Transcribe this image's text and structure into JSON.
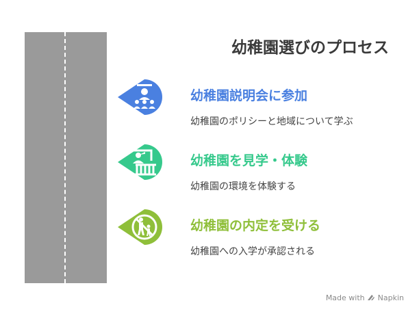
{
  "title": "幼稚園選びのプロセス",
  "colors": {
    "road": "#9a9a9a",
    "step1": "#4a80e0",
    "step2": "#36c98c",
    "step3": "#8fbf3a"
  },
  "steps": [
    {
      "title": "幼稚園説明会に参加",
      "description": "幼稚園のポリシーと地域について学ぶ",
      "icon": "presentation-audience-icon"
    },
    {
      "title": "幼稚園を見学・体験",
      "description": "幼稚園の環境を体験する",
      "icon": "teacher-at-desk-icon"
    },
    {
      "title": "幼稚園の内定を受ける",
      "description": "幼稚園への入学が承認される",
      "icon": "parent-child-icon"
    }
  ],
  "footer": {
    "made_with": "Made with",
    "brand": "Napkin",
    "brand_icon": "napkin-logo-icon"
  }
}
